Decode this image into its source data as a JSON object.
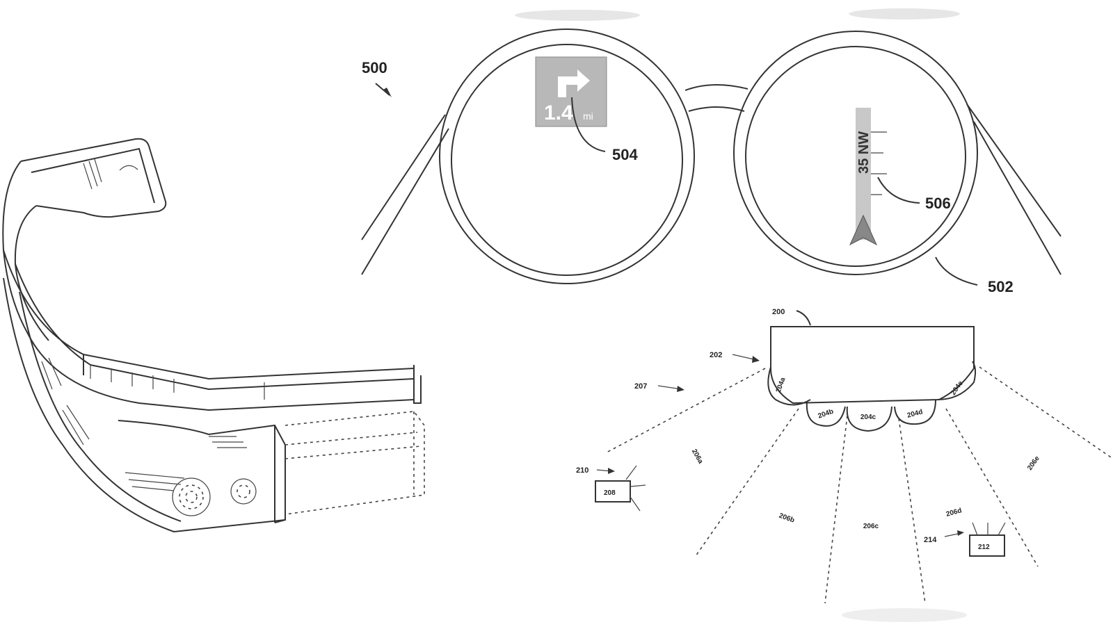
{
  "figure": {
    "ref_500": "500",
    "ref_502": "502",
    "ref_504": "504",
    "ref_506": "506",
    "display_distance": "1.4",
    "display_unit": "mi",
    "heading_readout": "35 NW",
    "diagram2": {
      "ref_200": "200",
      "ref_202": "202",
      "ref_207": "207",
      "ref_210": "210",
      "ref_208": "208",
      "ref_214": "214",
      "ref_212": "212",
      "lobes": [
        "204a",
        "204b",
        "204c",
        "204d",
        "204e"
      ],
      "zones": [
        "206a",
        "206b",
        "206c",
        "206d",
        "206e"
      ]
    }
  },
  "colors": {
    "line": "#333333",
    "display_panel": "#b8b8b8",
    "background": "#ffffff"
  }
}
